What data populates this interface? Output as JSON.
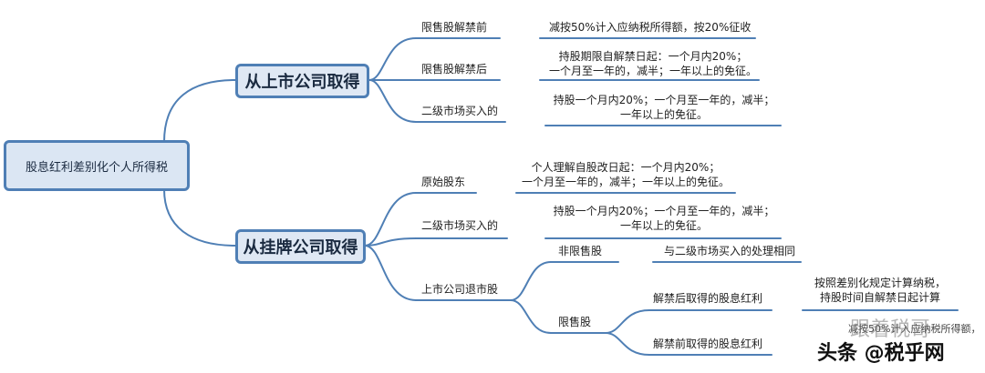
{
  "root": {
    "label": "股息红利差别化个人所得税"
  },
  "branch_listed": {
    "label": "从上市公司取得",
    "items": [
      {
        "label": "限售股解禁前",
        "detail": [
          "减按50%计入应纳税所得额，按20%征收"
        ]
      },
      {
        "label": "限售股解禁后",
        "detail": [
          "持股期限自解禁日起：一个月内20%；",
          "一个月至一年的，减半；一年以上的免征。"
        ]
      },
      {
        "label": "二级市场买入的",
        "detail": [
          "持股一个月内20%；一个月至一年的，减半；",
          "一年以上的免征。"
        ]
      }
    ]
  },
  "branch_neeq": {
    "label": "从挂牌公司取得",
    "items": [
      {
        "label": "原始股东",
        "detail": [
          "个人理解自股改日起：一个月内20%；",
          "一个月至一年的，减半；一年以上的免征。"
        ]
      },
      {
        "label": "二级市场买入的",
        "detail": [
          "持股一个月内20%；一个月至一年的，减半；",
          "一年以上的免征。"
        ]
      },
      {
        "label": "上市公司退市股",
        "children": [
          {
            "label": "非限售股",
            "detail": [
              "与二级市场买入的处理相同"
            ]
          },
          {
            "label": "限售股",
            "children": [
              {
                "label": "解禁后取得的股息红利",
                "detail": [
                  "按照差别化规定计算纳税，",
                  "持股时间自解禁日起计算"
                ]
              },
              {
                "label": "解禁前取得的股息红利",
                "detail": [
                  "减按50%计入应纳税所得额，"
                ]
              }
            ]
          }
        ]
      }
    ]
  },
  "watermark": {
    "text": "头条 @税乎网",
    "faded": "跟着税哥"
  }
}
